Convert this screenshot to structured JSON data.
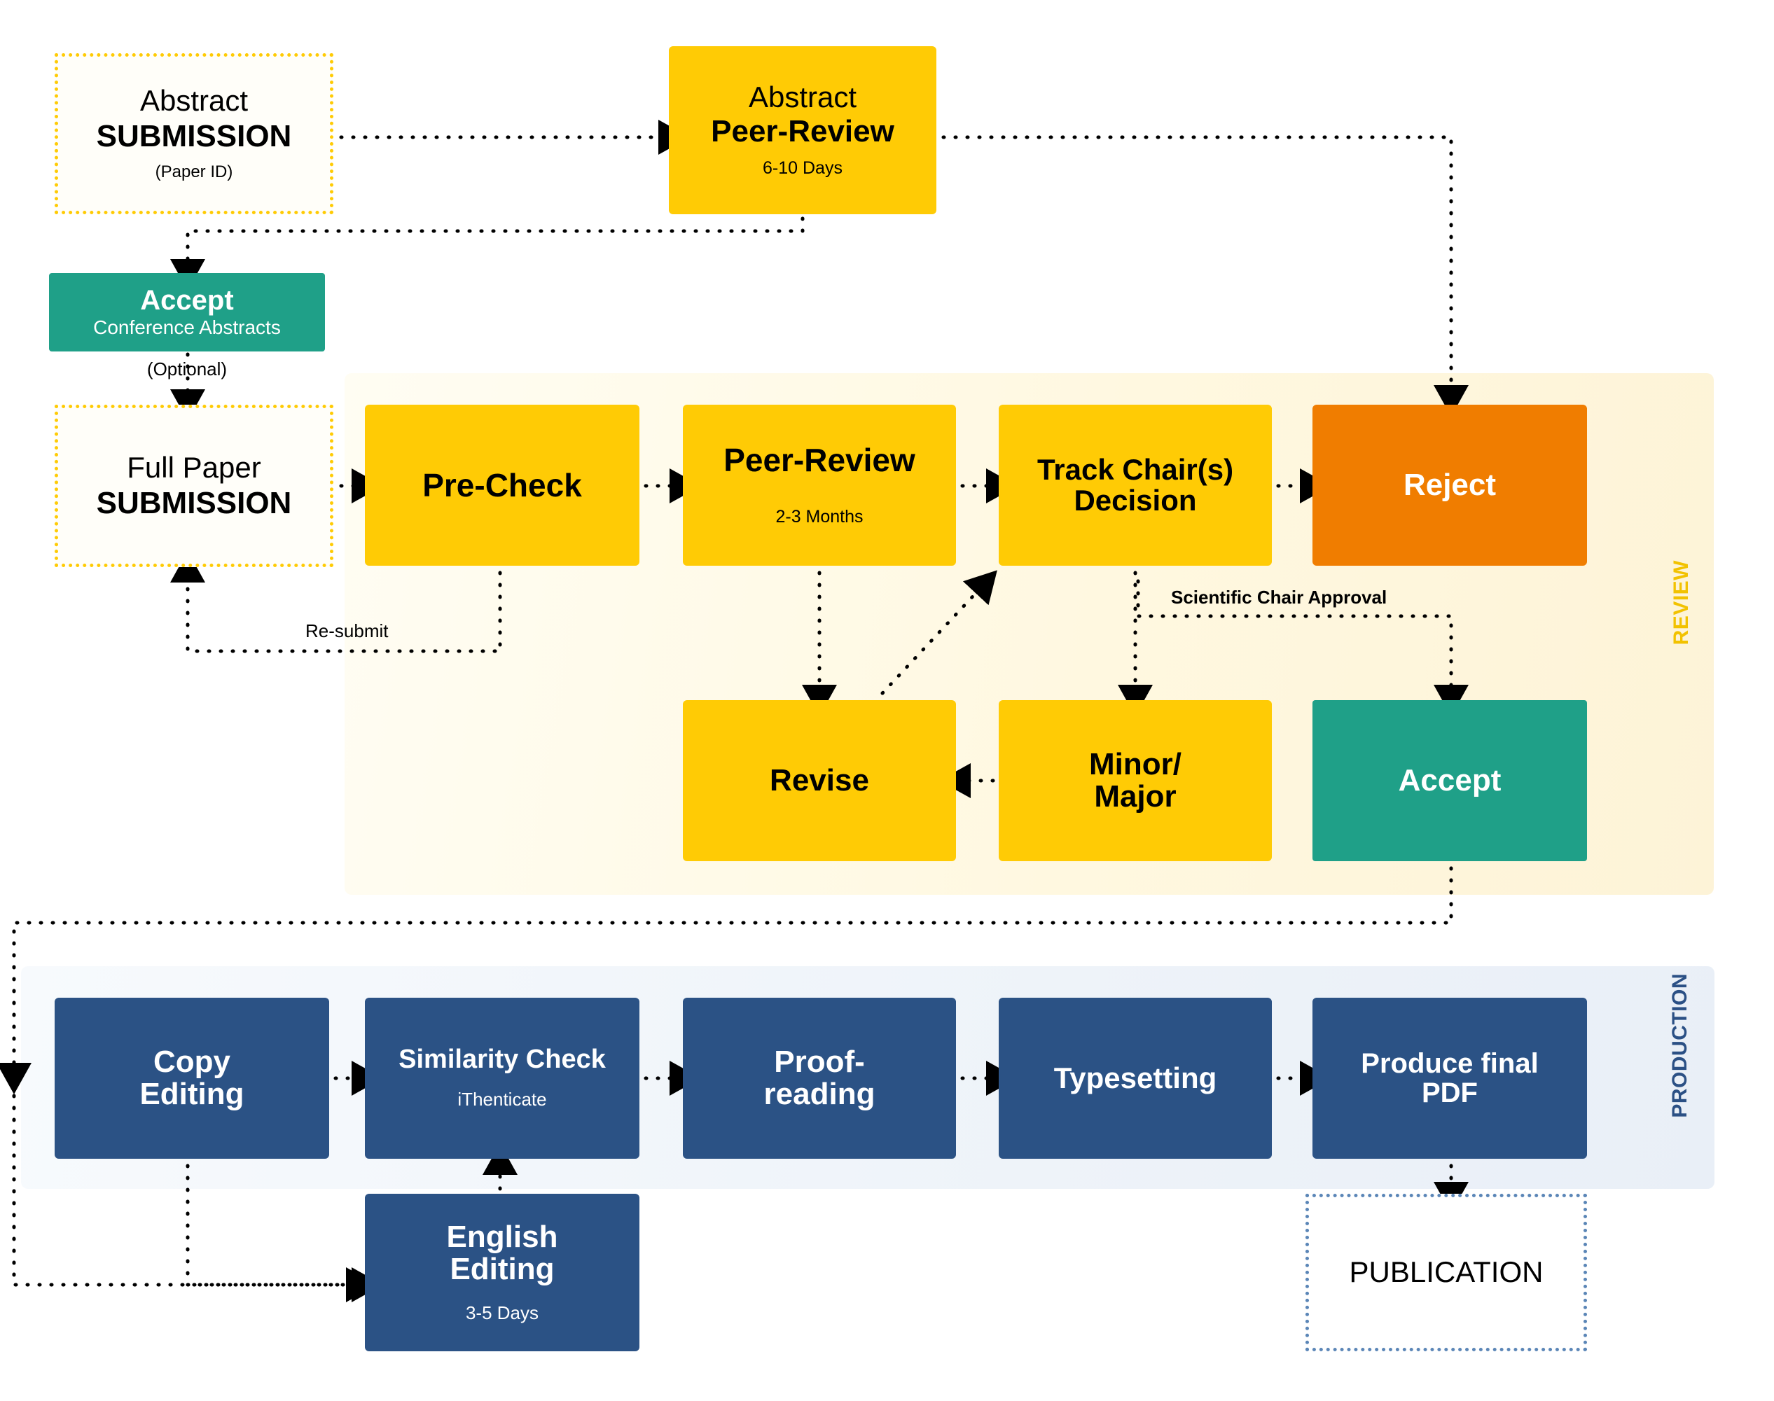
{
  "diagram": {
    "title": "Conference paper submission, review and production workflow",
    "bands": [
      {
        "id": "review",
        "label": "REVIEW",
        "color": "#f2c200",
        "background": "#fff8e0"
      },
      {
        "id": "production",
        "label": "PRODUCTION",
        "color": "#2b5085",
        "background": "#eef3f9"
      }
    ],
    "colors": {
      "yellow": "#FFCB05",
      "teal": "#1FA088",
      "orange": "#F07D00",
      "navy": "#2B5285",
      "dotted_yellow": "#FFCB05",
      "dotted_blue": "#5B86B7",
      "connector": "#000000"
    }
  },
  "nodes": {
    "abstract_submission": {
      "line1": "Abstract",
      "line2": "SUBMISSION",
      "sub": "(Paper ID)",
      "style": "dotted-yellow"
    },
    "abstract_peer_review": {
      "line1": "Abstract",
      "line2": "Peer-Review",
      "sub": "6-10 Days",
      "style": "yellow"
    },
    "accept_abstracts": {
      "line2": "Accept",
      "sub": "Conference Abstracts",
      "style": "teal"
    },
    "optional_label": "(Optional)",
    "full_paper_submission": {
      "line1": "Full Paper",
      "line2": "SUBMISSION",
      "style": "dotted-yellow"
    },
    "pre_check": {
      "line2": "Pre-Check",
      "style": "yellow"
    },
    "peer_review": {
      "line2": "Peer-Review",
      "sub": "2-3 Months",
      "style": "yellow"
    },
    "track_chair_decision": {
      "line2": "Track Chair(s)\nDecision",
      "style": "yellow"
    },
    "reject": {
      "line2": "Reject",
      "style": "orange"
    },
    "revise": {
      "line2": "Revise",
      "style": "yellow"
    },
    "minor_major": {
      "line2": "Minor/\nMajor",
      "style": "yellow"
    },
    "accept_final": {
      "line2": "Accept",
      "style": "teal"
    },
    "copy_editing": {
      "line2": "Copy\nEditing",
      "style": "navy"
    },
    "similarity_check": {
      "line2": "Similarity Check",
      "sub": "iThenticate",
      "style": "navy"
    },
    "proof_reading": {
      "line2": "Proof-\nreading",
      "style": "navy"
    },
    "typesetting": {
      "line2": "Typesetting",
      "style": "navy"
    },
    "produce_pdf": {
      "line2": "Produce final\nPDF",
      "style": "navy"
    },
    "english_editing": {
      "line2": "English\nEditing",
      "sub": "3-5 Days",
      "style": "navy"
    },
    "publication": {
      "line1": "PUBLICATION",
      "style": "dotted-blue"
    }
  },
  "edge_labels": {
    "scientific_chair_approval": "Scientific Chair Approval",
    "re_submit": "Re-submit"
  }
}
